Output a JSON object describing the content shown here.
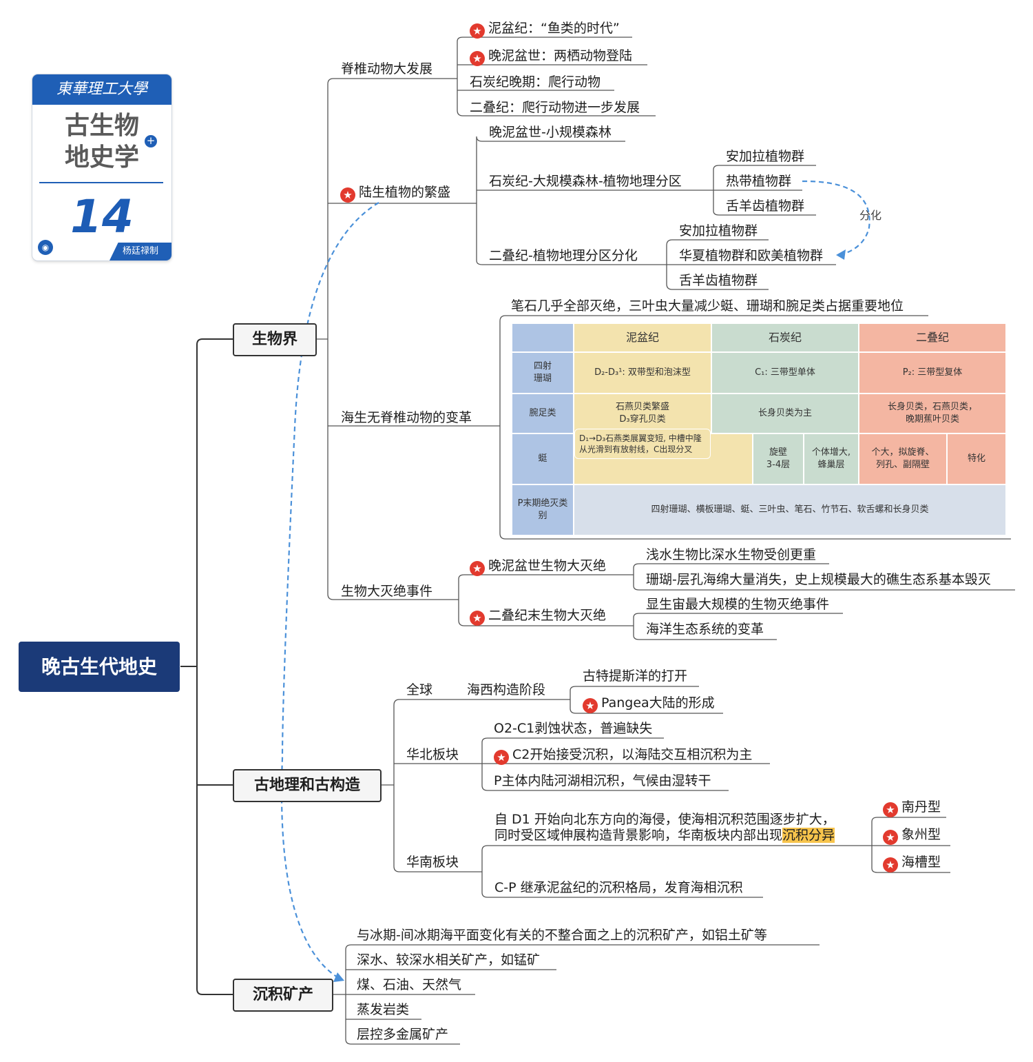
{
  "root": "晚古生代地史",
  "cover": {
    "university": "東華理工大學",
    "title1": "古生物",
    "title2": "地史学",
    "number": "14",
    "author": "杨廷禄制"
  },
  "bio": {
    "label": "生物界",
    "vert": {
      "label": "脊椎动物大发展",
      "items": [
        "泥盆纪：“鱼类的时代”",
        "晚泥盆世：两栖动物登陆",
        "石炭纪晚期：爬行动物",
        "二叠纪：爬行动物进一步发展"
      ]
    },
    "plants": {
      "label": "陆生植物的繁盛",
      "item1": "晚泥盆世-小规模森林",
      "item2": "石炭纪-大规模森林-植物地理分区",
      "item2_sub": [
        "安加拉植物群",
        "热带植物群",
        "舌羊齿植物群"
      ],
      "item3": "二叠纪-植物地理分区分化",
      "item3_sub": [
        "安加拉植物群",
        "华夏植物群和欧美植物群",
        "舌羊齿植物群"
      ],
      "relation": "分化"
    },
    "marine": {
      "label": "海生无脊椎动物的变革",
      "note": "笔石几乎全部灭绝，三叶虫大量减少蜓、珊瑚和腕足类占据重要地位",
      "table": {
        "h_dev": "泥盆纪",
        "h_carb": "石炭纪",
        "h_perm": "二叠纪",
        "r1_label": "四射\n珊瑚",
        "r1_dev": "D₂-D₃¹: 双带型和泡沫型",
        "r1_carb": "C₁: 三带型单体",
        "r1_perm": "P₂: 三带型复体",
        "r2_label": "腕足类",
        "r2_dev": "石燕贝类繁盛\nD₃穿孔贝类",
        "r2_carb": "长身贝类为主",
        "r2_perm": "长身贝类，石燕贝类，\n晚期蕉叶贝类",
        "r2_note": "D₁→D₃石燕类展翼变短, 中槽中隆\n从光滑到有放射线，C出现分叉",
        "r3_label": "蜓",
        "r3_a": "旋壁\n3-4层",
        "r3_b": "个体增大,\n蜂巢层",
        "r3_c": "个大，拟旋脊、\n列孔、副隔壁",
        "r3_d": "特化",
        "r4_label": "P末期绝灭类\n别",
        "r4_val": "四射珊瑚、横板珊瑚、蜓、三叶虫、笔石、竹节石、软舌螺和长身贝类"
      }
    },
    "extinction": {
      "label": "生物大灭绝事件",
      "e1": "晚泥盆世生物大灭绝",
      "e1_sub": [
        "浅水生物比深水生物受创更重",
        "珊瑚-层孔海绵大量消失，史上规模最大的礁生态系基本毁灭"
      ],
      "e2": "二叠纪末生物大灭绝",
      "e2_sub": [
        "显生宙最大规模的生物灭绝事件",
        "海洋生态系统的变革"
      ]
    }
  },
  "geo": {
    "label": "古地理和古构造",
    "global": {
      "label": "全球",
      "stage": "海西构造阶段",
      "items": [
        "古特提斯洋的打开",
        "Pangea大陆的形成"
      ]
    },
    "north": {
      "label": "华北板块",
      "items": [
        "O2-C1剥蚀状态，普遍缺失",
        "C2开始接受沉积，以海陆交互相沉积为主",
        "P主体内陆河湖相沉积，气候由湿转干"
      ]
    },
    "south": {
      "label": "华南板块",
      "text1a": "自 D1 开始向北东方向的海侵，使海相沉积范围逐步扩大，",
      "text1b": "同时受区域伸展构造背景影响，华南板块内部出现",
      "text1_hl": "沉积分异",
      "types": [
        "南丹型",
        "象州型",
        "海槽型"
      ],
      "text2": "C-P 继承泥盆纪的沉积格局，发育海相沉积"
    }
  },
  "min": {
    "label": "沉积矿产",
    "items": [
      "与冰期-间冰期海平面变化有关的不整合面之上的沉积矿产，如铝土矿等",
      "深水、较深水相关矿产，如锰矿",
      "煤、石油、天然气",
      "蒸发岩类",
      "层控多金属矿产"
    ]
  },
  "colors": {
    "root": "#1b3a78",
    "accent": "#1f5fb6",
    "star": "#e23a2e",
    "dash": "#4a90d9"
  }
}
